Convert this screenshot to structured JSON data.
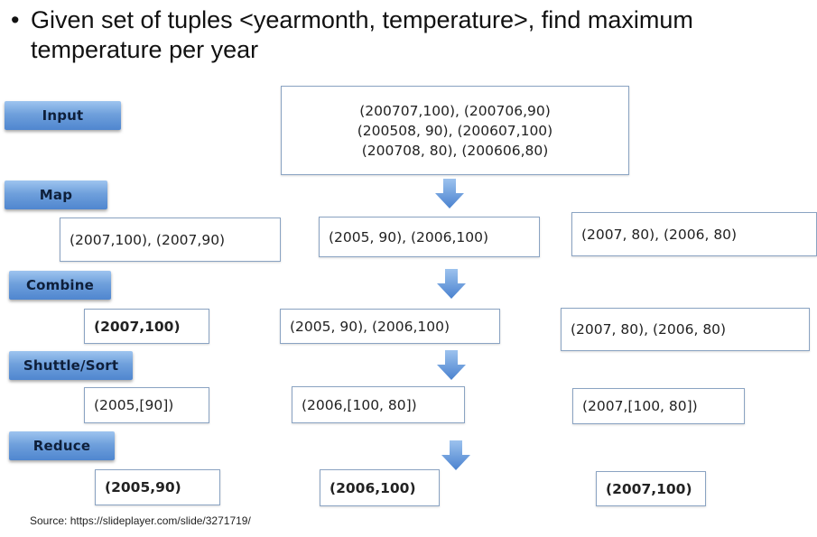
{
  "header": {
    "bullet": "•",
    "line1": "Given set of tuples <yearmonth, temperature>, find maximum",
    "line2": "temperature per year"
  },
  "stages": {
    "input": "Input",
    "map": "Map",
    "combine": "Combine",
    "shuttle_sort": "Shuttle/Sort",
    "reduce": "Reduce"
  },
  "input_box": {
    "lines": [
      "(200707,100), (200706,90)",
      "(200508, 90), (200607,100)",
      "(200708, 80), (200606,80)"
    ]
  },
  "map_outputs": [
    "(2007,100), (2007,90)",
    "(2005, 90), (2006,100)",
    "(2007, 80), (2006, 80)"
  ],
  "combine_outputs": [
    "(2007,100)",
    "(2005, 90), (2006,100)",
    "(2007, 80), (2006, 80)"
  ],
  "shuttle_outputs": [
    "(2005,[90])",
    "(2006,[100, 80])",
    "(2007,[100, 80])"
  ],
  "reduce_outputs": [
    "(2005,90)",
    "(2006,100)",
    "(2007,100)"
  ],
  "source": "Source: https://slideplayer.com/slide/3271719/",
  "colors": {
    "stage_fill": "#6fa0dc",
    "arrow_fill": "#5b8fd6",
    "box_border": "#8aa3c2"
  }
}
